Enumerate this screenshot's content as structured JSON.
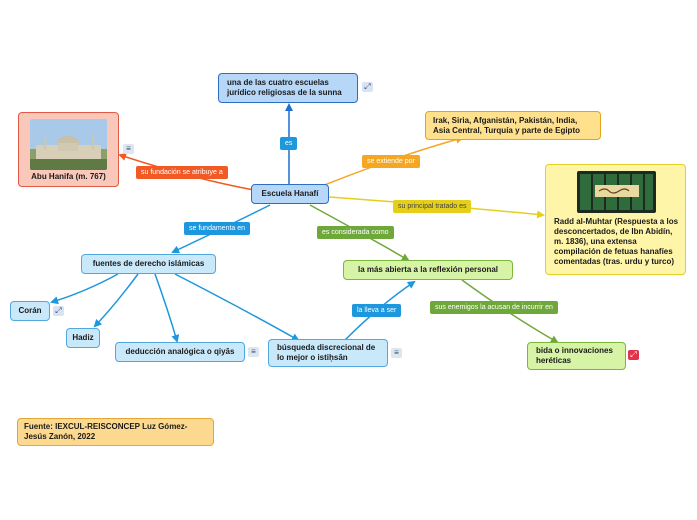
{
  "nodes": {
    "central": "Escuela Hanafí",
    "top": "una de las cuatro escuelas jurídico religiosas de la sunna",
    "countries": "Irak, Siria, Afganistán, Pakistán, India, Asia Central, Turquía y parte de Egipto",
    "founder": "Abu Hanifa (m. 767)",
    "treatise": "Radd al-Muhtar (Respuesta a los desconcertados, de Ibn Abidín, m. 1836), una extensa compilación de fetuas hanafíes comentadas (tras. urdu y turco)",
    "sources": "fuentes de derecho islámicas",
    "coran": "Corán",
    "hadiz": "Hadiz",
    "qiyas": "deducción analógica o qiyās",
    "istihsan": "búsqueda discrecional de lo mejor o istiḥsān",
    "open": "la más abierta a la reflexión personal",
    "bida": "bida o innovaciones heréticas",
    "source_note": "Fuente: IEXCUL-REISCONCEP Luz Gómez-Jesús Zanón, 2022"
  },
  "labels": {
    "es": "es",
    "extiende": "se extiende por",
    "fundacion": "su fundación se atribuye a",
    "tratado": "su principal tratado es",
    "fundamenta": "se fundamenta en",
    "considerada": "es considerada como",
    "lleva": "la lleva a ser",
    "enemigos": "sus enemigos la acusan de incurrir en"
  },
  "icons": {
    "link": "link-icon",
    "note": "note-icon",
    "link_red": "link-red-icon"
  },
  "colors": {
    "blue_edge": "#1d6fd1",
    "red_edge": "#f15a24",
    "orange_edge": "#f5a623",
    "yellow_edge": "#e6cf1a",
    "green_edge": "#6fa83a",
    "light_blue_edge": "#1d97dd"
  }
}
